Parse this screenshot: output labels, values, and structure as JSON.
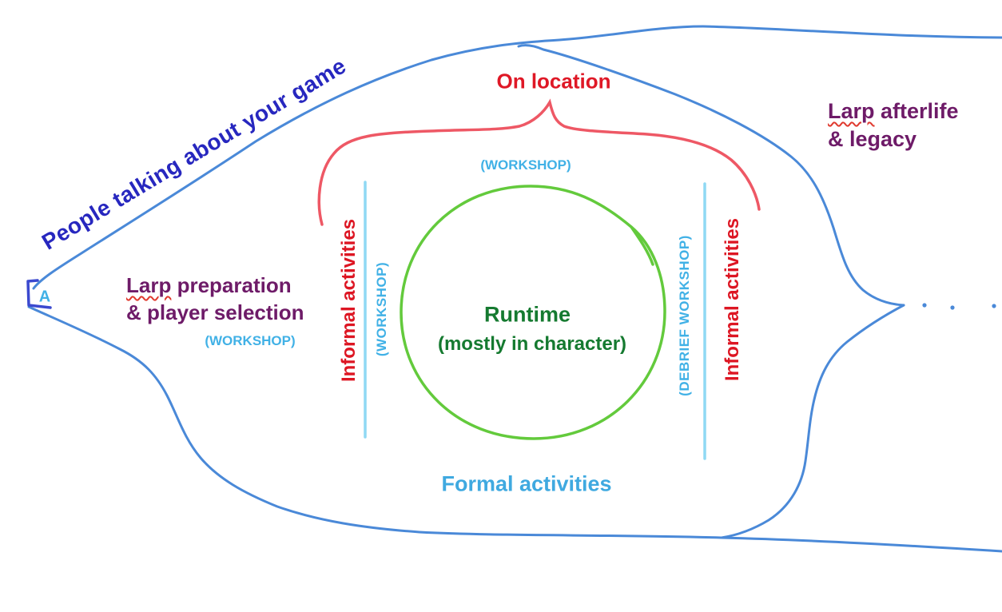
{
  "labels": {
    "arc_title": "People talking about your game",
    "on_location": "On location",
    "afterlife": {
      "word": "Larp",
      "rest": " afterlife",
      "line2": "& legacy"
    },
    "preparation": {
      "word": "Larp",
      "rest": " preparation",
      "line2": "& player selection"
    },
    "workshop_prep": "(WORKSHOP)",
    "workshop_top": "(WORKSHOP)",
    "workshop_left_vertical": "(WORKSHOP)",
    "debrief_workshop_vertical": "(DEBRIEF WORKSHOP)",
    "informal_left": "Informal activities",
    "informal_right": "Informal activities",
    "runtime_title": "Runtime",
    "runtime_subtitle": "(mostly in character)",
    "formal_activities": "Formal activities",
    "start_marker": "A"
  },
  "colors": {
    "sketch_blue": "#4a89d8",
    "dark_blue_text": "#2727bf",
    "red_text": "#df1826",
    "brace_red": "#ee5865",
    "purple_text": "#6e1b68",
    "cyan_text": "#41b1e6",
    "cyan_line": "#8fd9f4",
    "green_line": "#63ca3c",
    "green_text": "#157a30",
    "marker_blue": "#3b49cf",
    "squiggle_red": "#e03a2f"
  }
}
